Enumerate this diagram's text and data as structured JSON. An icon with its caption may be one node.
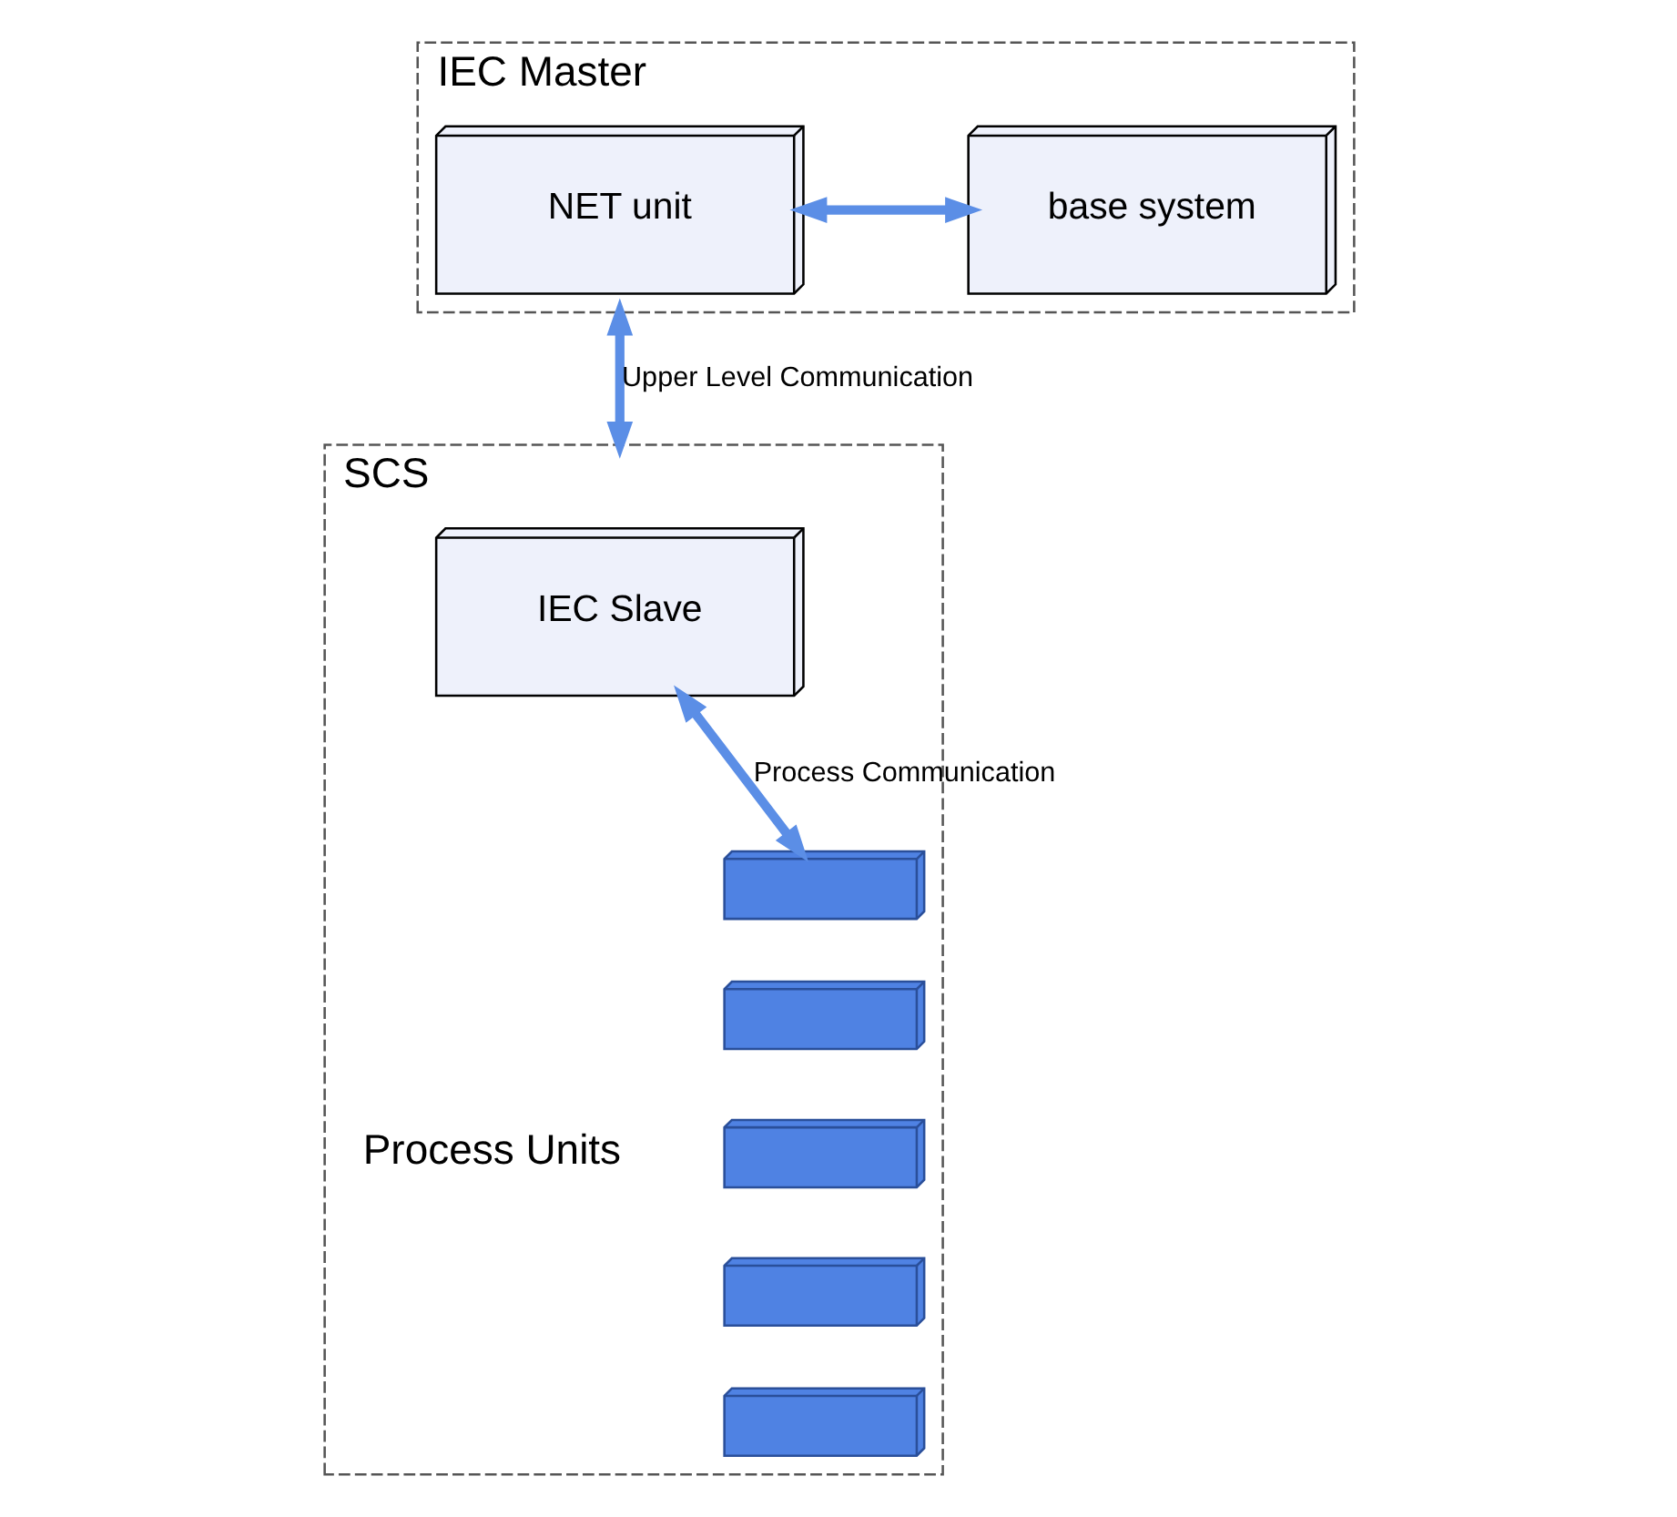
{
  "diagram": {
    "nodes": [
      {
        "text": [
          "IEC Master"
        ]
      },
      {
        "text": [
          "NET unit"
        ],
        "in": 0
      },
      {
        "text": [
          "base system"
        ],
        "in": 0
      },
      {
        "text": [
          "SCS"
        ]
      },
      {
        "text": [
          "IEC Slave"
        ],
        "in": 3
      },
      {
        "text": [],
        "shape": "box",
        "in": 3
      },
      {
        "text": [],
        "shape": "box",
        "in": 3
      },
      {
        "text": [],
        "shape": "box",
        "in": 3
      },
      {
        "text": [],
        "shape": "box",
        "in": 3
      },
      {
        "text": [],
        "shape": "box",
        "in": 3
      }
    ],
    "edges": [
      {
        "from": 1,
        "to": 2,
        "arrow": "both"
      },
      {
        "from": 0,
        "to": 3,
        "arrow": "both",
        "label": "Upper Level Communication"
      },
      {
        "from": 4,
        "to": 5,
        "arrow": "both",
        "label": "Process Communication"
      }
    ],
    "labels": [
      "Process Units"
    ]
  }
}
